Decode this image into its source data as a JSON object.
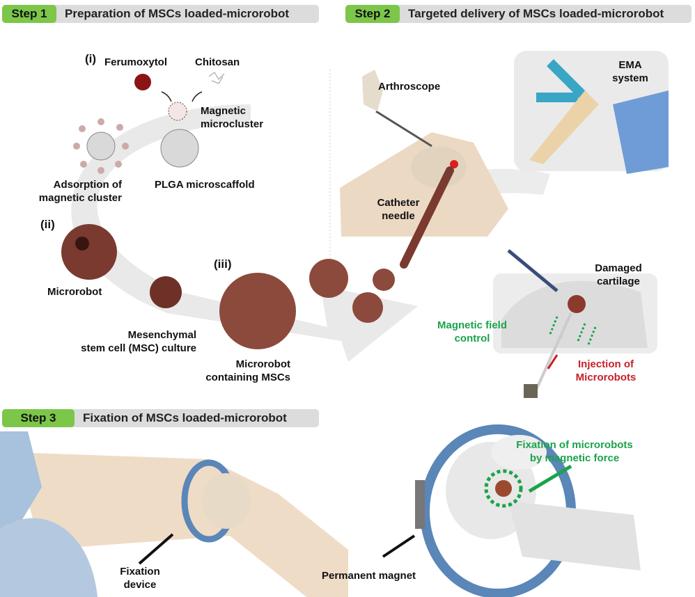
{
  "steps": [
    {
      "badge": "Step 1",
      "title": "Preparation of MSCs loaded-microrobot"
    },
    {
      "badge": "Step 2",
      "title": "Targeted delivery of MSCs loaded-microrobot"
    },
    {
      "badge": "Step 3",
      "title": "Fixation of MSCs loaded-microrobot"
    }
  ],
  "step1": {
    "markers": {
      "i": "(i)",
      "ii": "(ii)",
      "iii": "(iii)"
    },
    "labels": {
      "ferumoxytol": "Ferumoxytol",
      "chitosan": "Chitosan",
      "magnetic_microcluster": [
        "Magnetic",
        "microcluster"
      ],
      "adsorption": [
        "Adsorption of",
        "magnetic cluster"
      ],
      "plga": "PLGA microscaffold",
      "microrobot": "Microrobot",
      "msc_culture": [
        "Mesenchymal",
        "stem cell (MSC) culture"
      ],
      "microrobot_msc": [
        "Microrobot",
        "containing MSCs"
      ]
    }
  },
  "step2": {
    "labels": {
      "arthroscope": "Arthroscope",
      "ema": [
        "EMA",
        "system"
      ],
      "catheter": [
        "Catheter",
        "needle"
      ],
      "damaged": [
        "Damaged",
        "cartilage"
      ],
      "magnetic_field": [
        "Magnetic field",
        "control"
      ],
      "injection": [
        "Injection of",
        "Microrobots"
      ]
    }
  },
  "step3": {
    "labels": {
      "fixation_device": [
        "Fixation",
        "device"
      ],
      "permanent_magnet": "Permanent magnet",
      "fixation_force": [
        "Fixation of microrobots",
        "by magnetic force"
      ]
    }
  },
  "colors": {
    "badge_green": "#7cc64a",
    "header_gray": "#dcdcdc",
    "annotation_green": "#1aa34a",
    "annotation_red": "#c8202a",
    "microrobot_brown": "#7a3a30",
    "skin": "#ecd9c3",
    "device_blue": "#5a86b8"
  }
}
